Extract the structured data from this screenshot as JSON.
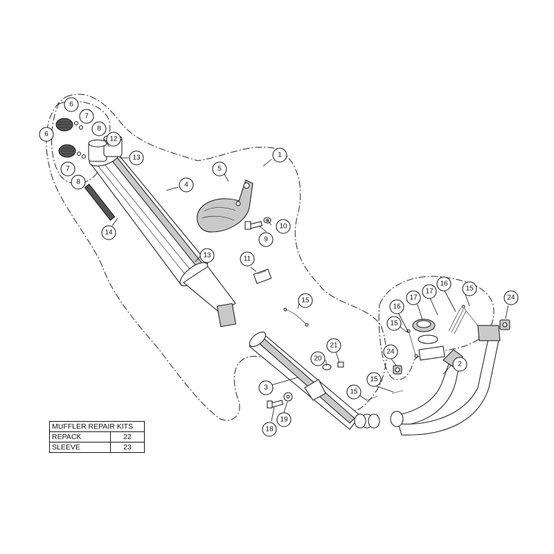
{
  "kits_table": {
    "title": "MUFFLER REPAIR KITS",
    "rows": [
      {
        "name": "REPACK",
        "number": "22"
      },
      {
        "name": "SLEEVE",
        "number": "23"
      }
    ]
  },
  "callouts": [
    {
      "id": "c1",
      "label": "1"
    },
    {
      "id": "c2",
      "label": "2"
    },
    {
      "id": "c3",
      "label": "3"
    },
    {
      "id": "c4",
      "label": "4"
    },
    {
      "id": "c5",
      "label": "5"
    },
    {
      "id": "c6a",
      "label": "6"
    },
    {
      "id": "c6b",
      "label": "6"
    },
    {
      "id": "c7a",
      "label": "7"
    },
    {
      "id": "c7b",
      "label": "7"
    },
    {
      "id": "c8a",
      "label": "8"
    },
    {
      "id": "c8b",
      "label": "8"
    },
    {
      "id": "c9",
      "label": "9"
    },
    {
      "id": "c10",
      "label": "10"
    },
    {
      "id": "c11",
      "label": "11"
    },
    {
      "id": "c12",
      "label": "12"
    },
    {
      "id": "c13a",
      "label": "13"
    },
    {
      "id": "c13b",
      "label": "13"
    },
    {
      "id": "c14",
      "label": "14"
    },
    {
      "id": "c15a",
      "label": "15"
    },
    {
      "id": "c15b",
      "label": "15"
    },
    {
      "id": "c15c",
      "label": "15"
    },
    {
      "id": "c15d",
      "label": "15"
    },
    {
      "id": "c15e",
      "label": "15"
    },
    {
      "id": "c16a",
      "label": "16"
    },
    {
      "id": "c16b",
      "label": "16"
    },
    {
      "id": "c17a",
      "label": "17"
    },
    {
      "id": "c17b",
      "label": "17"
    },
    {
      "id": "c18",
      "label": "18"
    },
    {
      "id": "c19",
      "label": "19"
    },
    {
      "id": "c20",
      "label": "20"
    },
    {
      "id": "c21",
      "label": "21"
    },
    {
      "id": "c24a",
      "label": "24"
    },
    {
      "id": "c24b",
      "label": "24"
    }
  ]
}
